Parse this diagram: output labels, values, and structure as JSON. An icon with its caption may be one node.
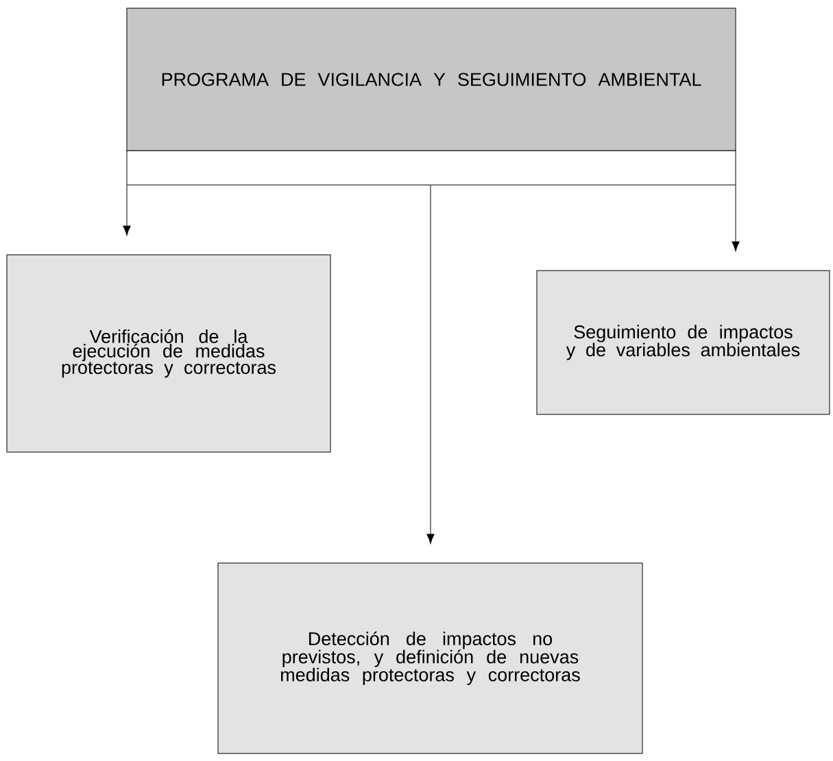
{
  "diagram": {
    "nodes": [
      {
        "text": [
          "PROGRAMA DE VIGILANCIA Y SEGUIMIENTO AMBIENTAL"
        ]
      },
      {
        "text": [],
        "shape": "bar"
      },
      {
        "text": [
          "Verificación de la ejecución de medidas protectoras y correctoras"
        ]
      },
      {
        "text": [
          "Seguimiento de impactos y de variables ambientales"
        ]
      },
      {
        "text": [
          "Detección de impactos  no previstos, y definición de nuevas medidas protectoras y correctoras"
        ]
      }
    ],
    "edges": [
      {
        "from": 1,
        "to": 2,
        "arrow": "to"
      },
      {
        "from": 1,
        "to": 3,
        "arrow": "to"
      },
      {
        "from": 1,
        "to": 4,
        "arrow": "to"
      }
    ]
  }
}
